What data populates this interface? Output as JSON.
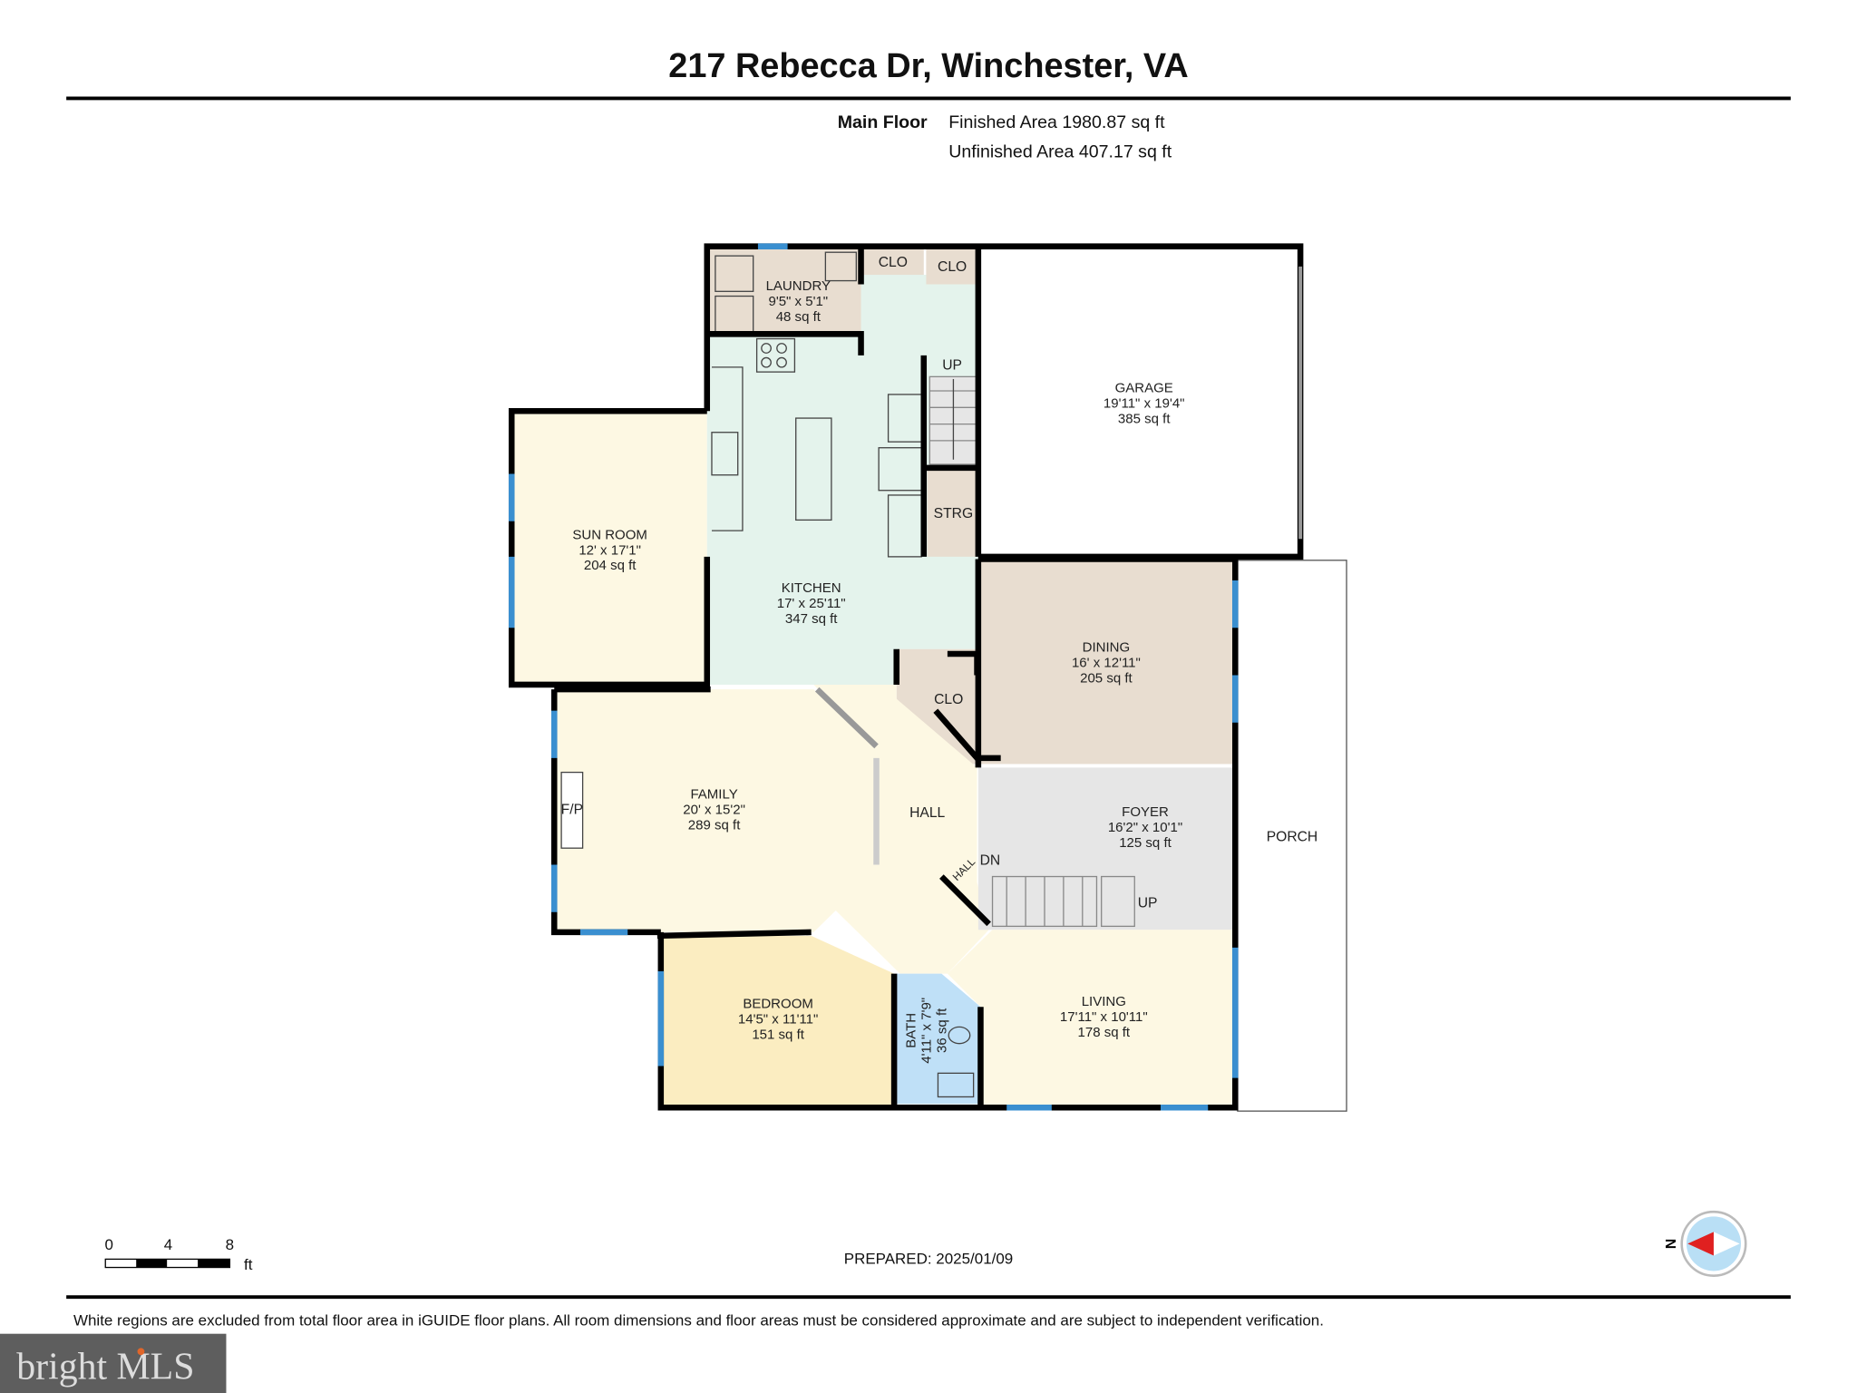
{
  "header": {
    "title": "217 Rebecca Dr, Winchester, VA",
    "floor_label": "Main Floor",
    "finished_area": "Finished Area 1980.87 sq ft",
    "unfinished_area": "Unfinished Area 407.17 sq ft"
  },
  "rooms": {
    "laundry": {
      "name": "LAUNDRY",
      "dims": "9'5\" x 5'1\"",
      "area": "48 sq ft"
    },
    "garage": {
      "name": "GARAGE",
      "dims": "19'11\" x 19'4\"",
      "area": "385 sq ft"
    },
    "sun_room": {
      "name": "SUN ROOM",
      "dims": "12' x 17'1\"",
      "area": "204 sq ft"
    },
    "kitchen": {
      "name": "KITCHEN",
      "dims": "17' x 25'11\"",
      "area": "347 sq ft"
    },
    "dining": {
      "name": "DINING",
      "dims": "16' x 12'11\"",
      "area": "205 sq ft"
    },
    "family": {
      "name": "FAMILY",
      "dims": "20' x 15'2\"",
      "area": "289 sq ft"
    },
    "foyer": {
      "name": "FOYER",
      "dims": "16'2\" x 10'1\"",
      "area": "125 sq ft"
    },
    "bedroom": {
      "name": "BEDROOM",
      "dims": "14'5\" x 11'11\"",
      "area": "151 sq ft"
    },
    "bath": {
      "name": "BATH",
      "dims": "4'11\" x 7'9\"",
      "area": "36 sq ft"
    },
    "living": {
      "name": "LIVING",
      "dims": "17'11\" x 10'11\"",
      "area": "178 sq ft"
    }
  },
  "labels": {
    "clo": "CLO",
    "up": "UP",
    "dn": "DN",
    "strg": "STRG",
    "hall": "HALL",
    "porch": "PORCH",
    "fireplace": "F/P"
  },
  "footer": {
    "scale_ticks": [
      "0",
      "4",
      "8"
    ],
    "scale_unit": "ft",
    "prepared": "PREPARED: 2025/01/09",
    "compass": "N",
    "disclaimer": "White regions are excluded from total floor area in iGUIDE floor plans. All room dimensions and floor areas must be considered approximate and are subject to independent verification.",
    "logo": "bright MLS"
  },
  "colors": {
    "beige": "#e8ddd0",
    "kitchen": "#e4f3ec",
    "cream": "#fdf8e3",
    "bedroom": "#fbedc1",
    "bath": "#bfe0f7",
    "foyer": "#e6e6e6",
    "window": "#3a8fd0",
    "compass_red": "#e02020"
  }
}
